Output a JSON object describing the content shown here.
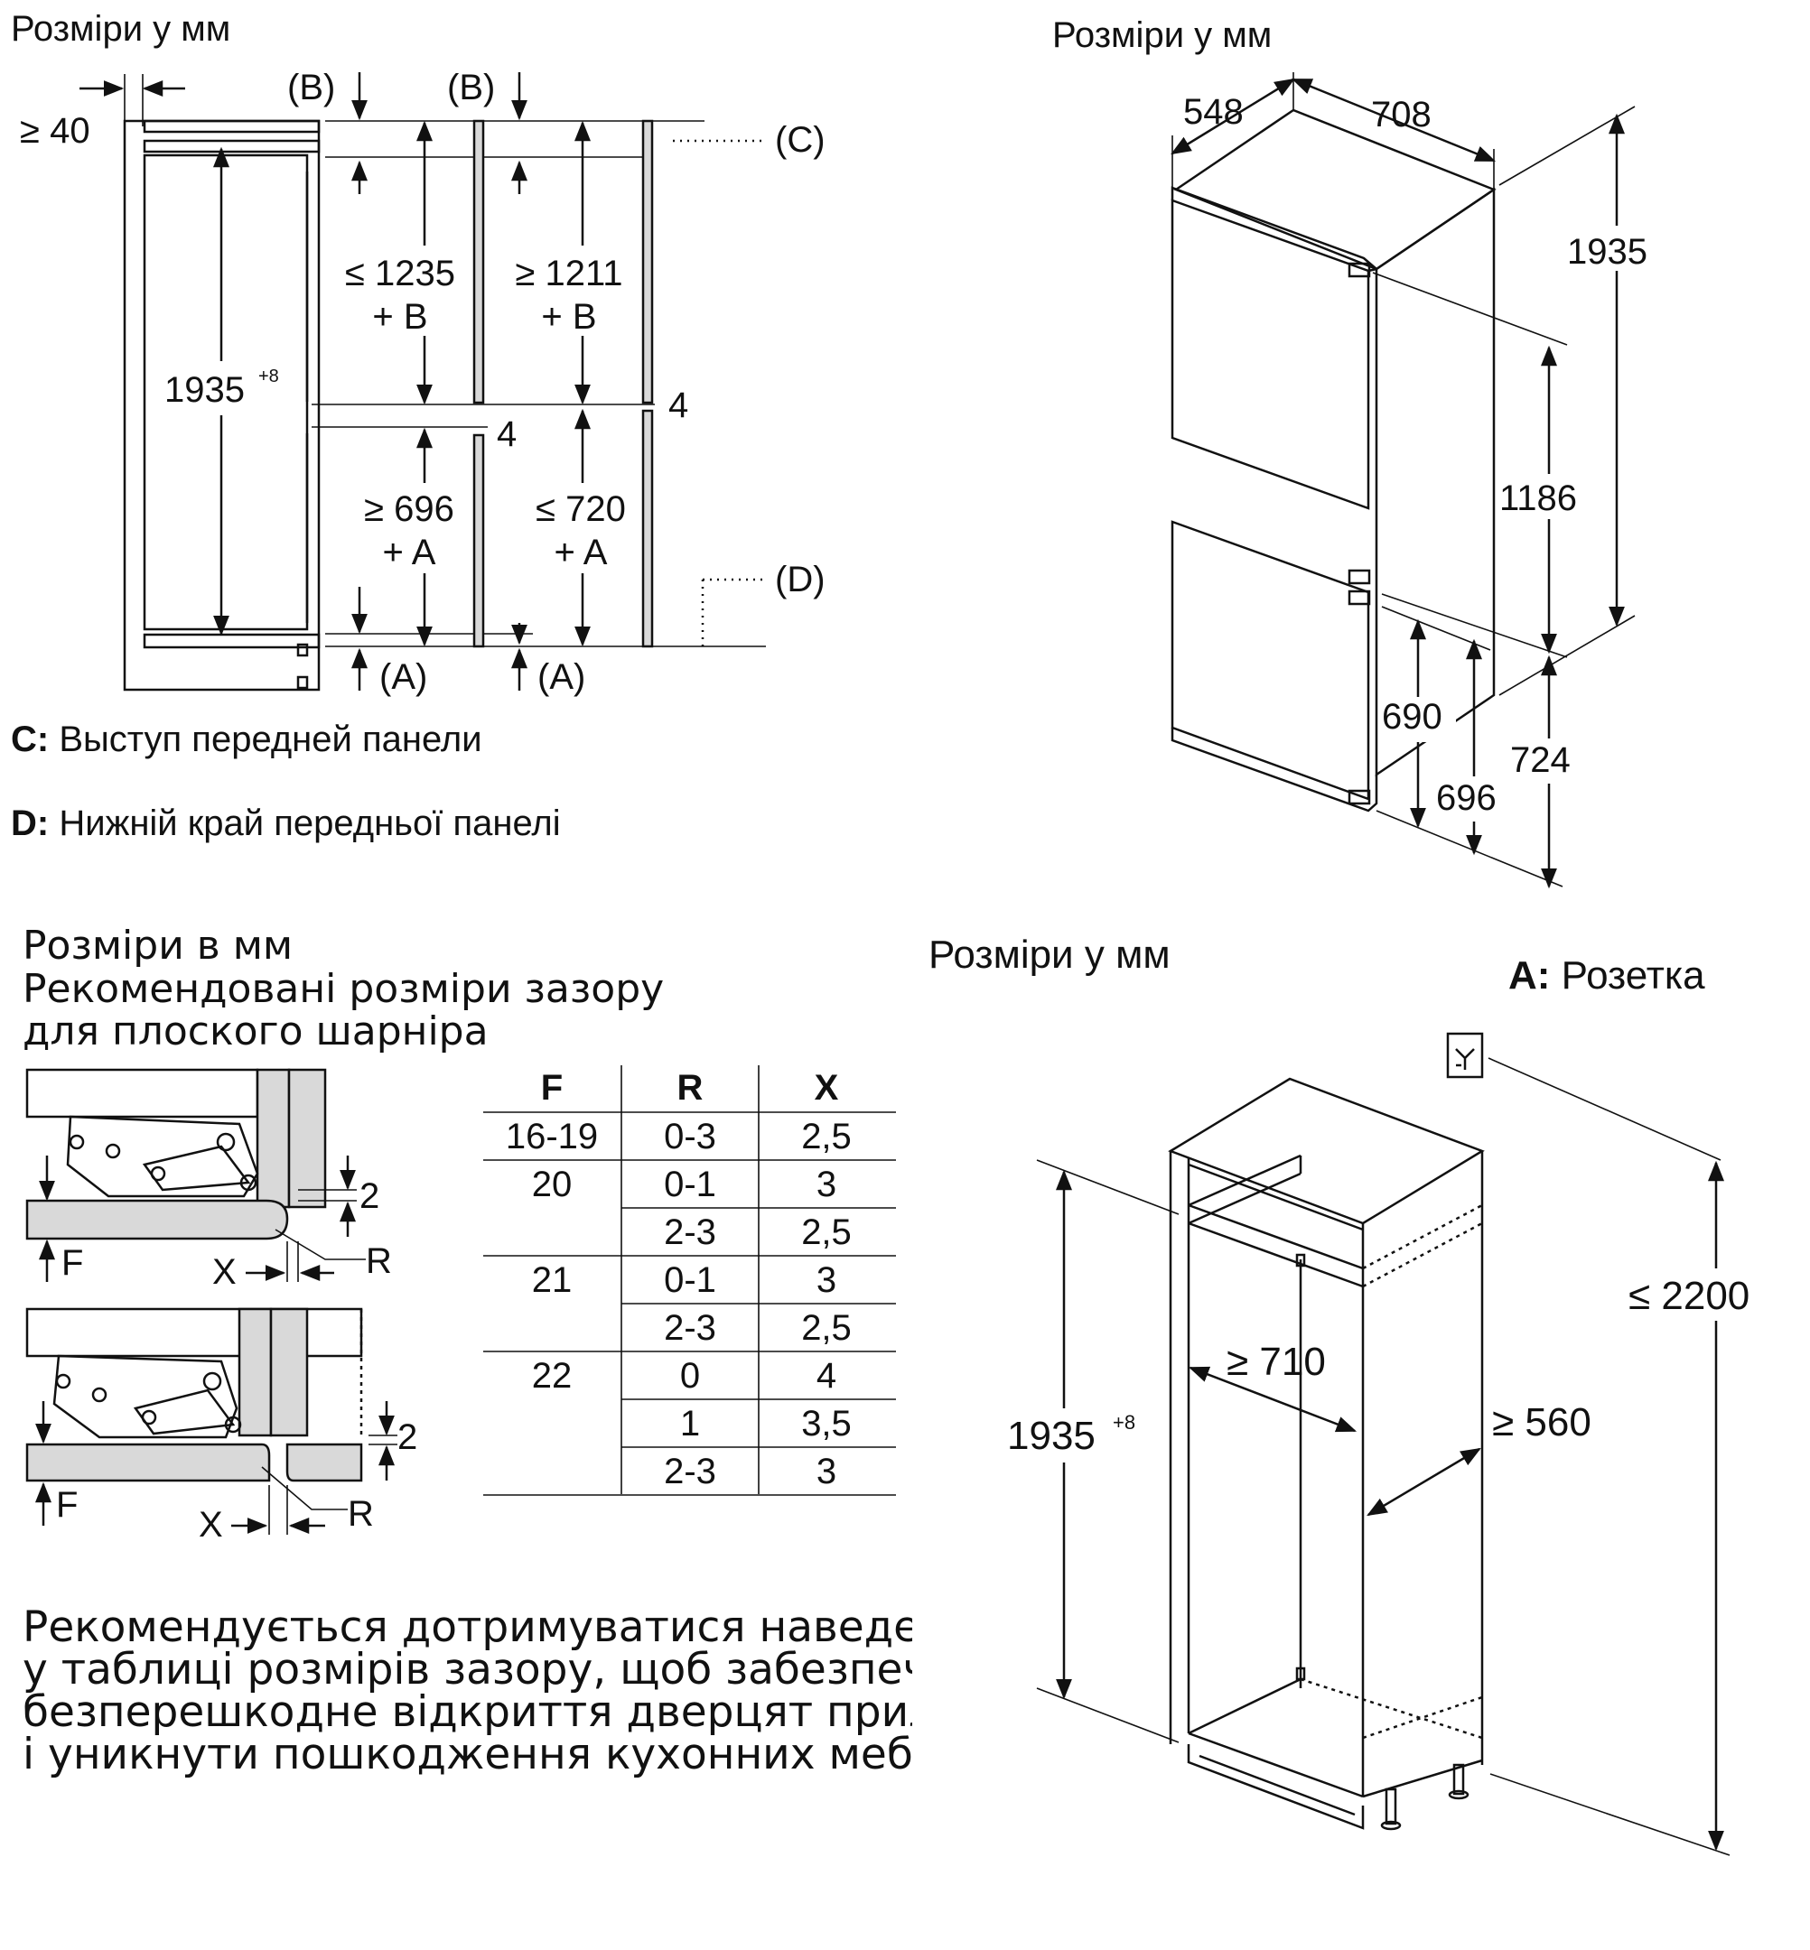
{
  "panel_tl": {
    "title": "Розміри у мм",
    "min_side_gap": "≥ 40",
    "label_b1": "(B)",
    "label_b2": "(B)",
    "label_c": "(C)",
    "label_d": "(D)",
    "label_a1": "(A)",
    "label_a2": "(A)",
    "height": "1935",
    "height_tol": "+8",
    "upper_max_l1": "≤ 1235",
    "upper_max_l2": "+ B",
    "upper_min_l1": "≥ 1211",
    "upper_min_l2": "+ B",
    "gap1": "4",
    "gap2": "4",
    "lower_min_l1": "≥ 696",
    "lower_min_l2": "+ A",
    "lower_max_l1": "≤ 720",
    "lower_max_l2": "+ A",
    "legend_c_key": "C:",
    "legend_c_text": " Выступ передней панели",
    "legend_d_key": "D:",
    "legend_d_text": " Нижній край передньої панелі"
  },
  "panel_tr": {
    "title": "Розміри у мм",
    "depth": "548",
    "width": "708",
    "height": "1935",
    "upper_door": "1186",
    "lower_inner": "690",
    "lower_door": "724",
    "lower_front": "696"
  },
  "panel_bl": {
    "title_l1": "Розміри в мм",
    "title_l2": "Рекомендовані розміри зазору",
    "title_l3": "для плоского шарніра",
    "hinge_gap": "2",
    "label_f": "F",
    "label_x": "X",
    "label_r": "R",
    "table": {
      "headers": [
        "F",
        "R",
        "X"
      ],
      "groups": [
        {
          "f": "16-19",
          "rows": [
            [
              "0-3",
              "2,5"
            ]
          ]
        },
        {
          "f": "20",
          "rows": [
            [
              "0-1",
              "3"
            ],
            [
              "2-3",
              "2,5"
            ]
          ]
        },
        {
          "f": "21",
          "rows": [
            [
              "0-1",
              "3"
            ],
            [
              "2-3",
              "2,5"
            ]
          ]
        },
        {
          "f": "22",
          "rows": [
            [
              "0",
              "4"
            ],
            [
              "1",
              "3,5"
            ],
            [
              "2-3",
              "3"
            ]
          ]
        }
      ]
    },
    "paragraph": [
      "Рекомендується дотримуватися наведе",
      "у таблиці розмірів зазору, щоб забезпеч",
      "безперешкодне відкриття дверцят прил",
      "і уникнути пошкодження кухонних меб."
    ]
  },
  "panel_br": {
    "title": "Розміри у мм",
    "socket_key": "A:",
    "socket_text": " Розетка",
    "height": "1935",
    "height_tol": "+8",
    "max_height": "≤ 2200",
    "min_depth": "≥ 710",
    "min_width": "≥ 560"
  }
}
